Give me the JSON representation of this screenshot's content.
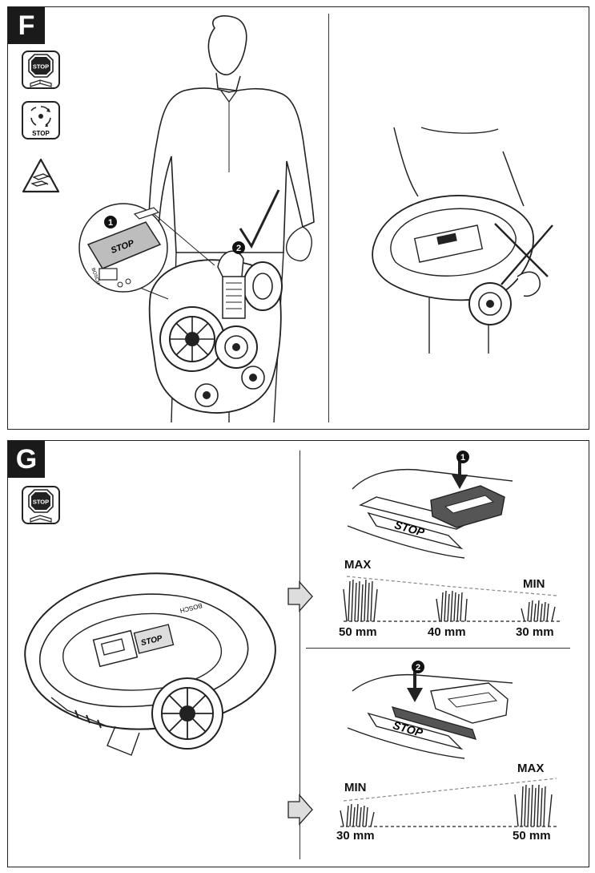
{
  "panel_f": {
    "letter": "F",
    "step_one": "1",
    "step_two": "2",
    "button_text": "STOP",
    "brand_text": "BOSCH",
    "icon_stop_text": "STOP",
    "icon_rotate_text": "STOP"
  },
  "panel_g": {
    "letter": "G",
    "icon_stop_text": "STOP",
    "mower_stop_text": "STOP",
    "mower_brand_text": "BOSCH",
    "top": {
      "step": "1",
      "button_text": "STOP",
      "max_label": "MAX",
      "min_label": "MIN",
      "heights": [
        "50 mm",
        "40 mm",
        "30 mm"
      ]
    },
    "bottom": {
      "step": "2",
      "button_text": "STOP",
      "min_label": "MIN",
      "max_label": "MAX",
      "heights": [
        "30 mm",
        "50 mm"
      ]
    }
  }
}
